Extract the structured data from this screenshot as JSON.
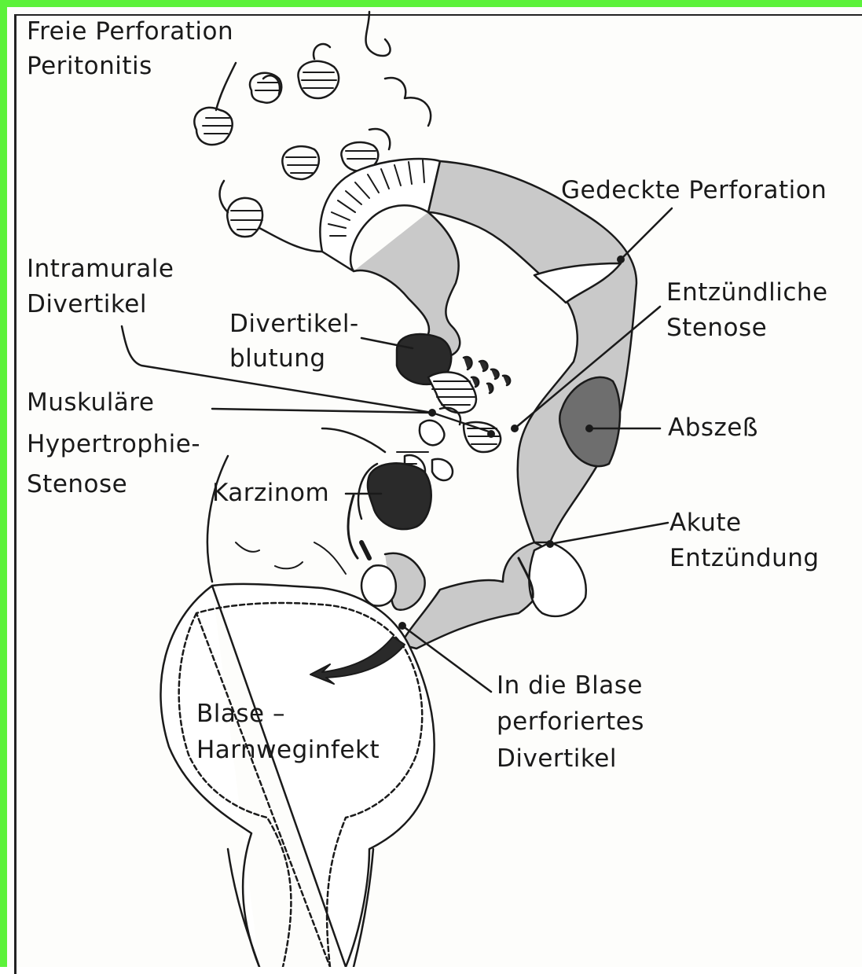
{
  "labels": {
    "freie_perforation": "Freie Perforation",
    "peritonitis": "Peritonitis",
    "gedeckte_perforation": "Gedeckte Perforation",
    "intramurale": "Intramurale",
    "divertikel": "Divertikel",
    "divertikel_blutung_1": "Divertikel-",
    "divertikel_blutung_2": "blutung",
    "entzuendliche": "Entzündliche",
    "stenose": "Stenose",
    "muskulaere": "Muskuläre",
    "hypertrophie": "Hypertrophie-",
    "stenose2": "Stenose",
    "abszess": "Abszeß",
    "karzinom": "Karzinom",
    "akute": "Akute",
    "entzuendung": "Entzündung",
    "blase": "Blase –",
    "harnweginfekt": "Harnweginfekt",
    "in_die_blase": "In die Blase",
    "perforiertes": "perforiertes",
    "divertikel3": "Divertikel"
  },
  "colors": {
    "frame_green": "#5cf23a",
    "bowel_fill": "#c9c9c9",
    "abscess_fill": "#6e6e6e",
    "ink": "#1a1a1a"
  }
}
